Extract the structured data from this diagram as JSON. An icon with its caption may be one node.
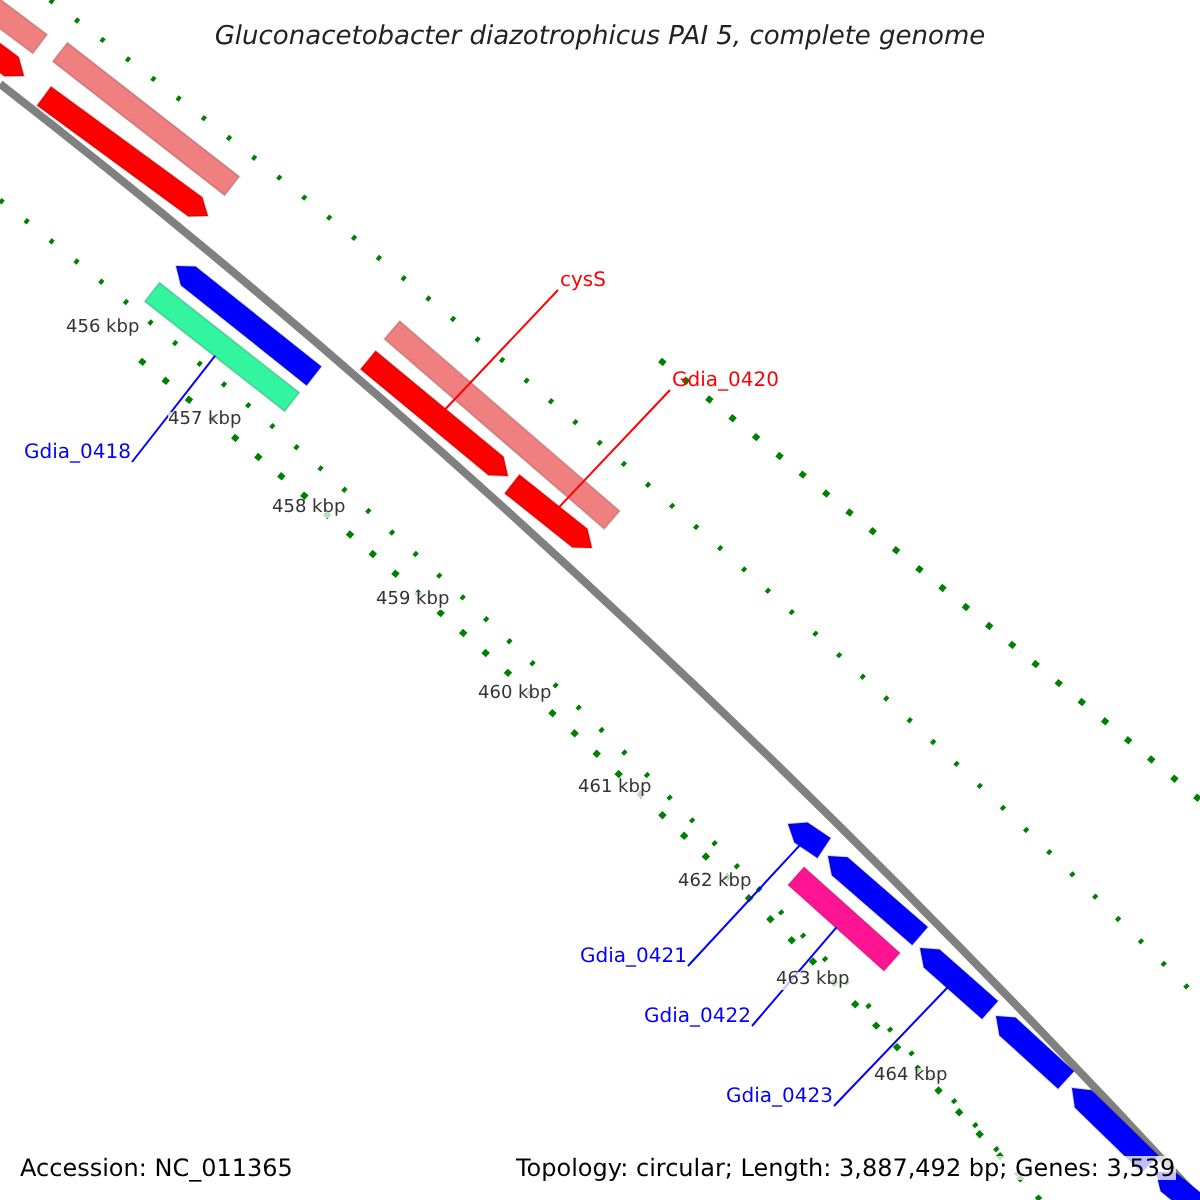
{
  "diagram": {
    "title": "Gluconacetobacter diazotrophicus PAI 5, complete genome",
    "nodes": [
      {
        "text": [],
        "shape": "bar"
      },
      {
        "text": [],
        "shape": "arrow"
      },
      {
        "text": [],
        "shape": "bar"
      },
      {
        "text": [],
        "shape": "arrow"
      },
      {
        "text": [],
        "shape": "arrow"
      },
      {
        "text": [
          "cysS"
        ]
      },
      {
        "text": [],
        "shape": "bar"
      },
      {
        "text": [],
        "shape": "bar"
      },
      {
        "text": [],
        "shape": "arrow"
      },
      {
        "text": [
          "Gdia_0420"
        ]
      },
      {
        "text": [
          "Gdia_0418"
        ]
      },
      {
        "text": [],
        "shape": "arrow"
      },
      {
        "text": [],
        "shape": "arrow"
      },
      {
        "text": [],
        "shape": "arrow"
      },
      {
        "text": [],
        "shape": "bar"
      },
      {
        "text": [
          "Gdia_0421"
        ]
      },
      {
        "text": [],
        "shape": "arrow"
      },
      {
        "text": [
          "Gdia_0422"
        ]
      },
      {
        "text": [],
        "shape": "arrow"
      },
      {
        "text": [
          "Gdia_0423"
        ]
      },
      {
        "text": [],
        "shape": "arrow"
      },
      {
        "text": [],
        "shape": "arrow"
      }
    ],
    "edges": [
      {
        "from": 5,
        "to": 8,
        "arrow": "none",
        "color": "#ff0000"
      },
      {
        "from": 9,
        "to": 11,
        "arrow": "none",
        "color": "#ff0000"
      },
      {
        "from": 10,
        "to": 6,
        "arrow": "none"
      },
      {
        "from": 15,
        "to": 12,
        "arrow": "none"
      },
      {
        "from": 17,
        "to": 14,
        "arrow": "none"
      },
      {
        "from": 19,
        "to": 16,
        "arrow": "none"
      }
    ],
    "labels": [
      "456 kbp",
      "457 kbp",
      "458 kbp",
      "459 kbp",
      "460 kbp",
      "461 kbp",
      "462 kbp",
      "463 kbp",
      "464 kbp",
      "Accession: NC_011365",
      "Topology: circular; Length: 3,887,492 bp; Genes: 3,539"
    ]
  }
}
